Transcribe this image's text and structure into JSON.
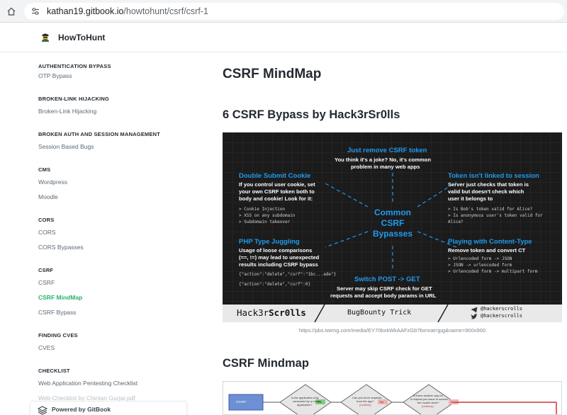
{
  "browser": {
    "home_icon": "home-icon",
    "url_host": "kathan19.gitbook.io",
    "url_path": "/howtohunt/csrf/csrf-1"
  },
  "site": {
    "title": "HowToHunt",
    "logo_icon": "hacker-logo-icon"
  },
  "sidebar": {
    "sections": [
      {
        "title": "AUTHENTICATION BYPASS",
        "items": [
          "OTP Bypass"
        ]
      },
      {
        "title": "BROKEN-LINK HIJACKING",
        "items": [
          "Broken-Link Hijacking"
        ]
      },
      {
        "title": "BROKEN AUTH AND SESSION MANAGEMENT",
        "items": [
          "Session Based Bugs"
        ]
      },
      {
        "title": "CMS",
        "items": [
          "Wordpress",
          "Moodle"
        ]
      },
      {
        "title": "CORS",
        "items": [
          "CORS",
          "CORS Bypasses"
        ]
      },
      {
        "title": "CSRF",
        "items": [
          "CSRF",
          "CSRF MindMap",
          "CSRF Bypass"
        ]
      },
      {
        "title": "FINDING CVES",
        "items": [
          "CVES"
        ]
      },
      {
        "title": "CHECKLIST",
        "items": [
          "Web Application Pentesting Checklist",
          "Web Checklist by Chintan Gurjar.pdf"
        ]
      }
    ],
    "active_item": "CSRF MindMap",
    "powered_by": "Powered by GitBook"
  },
  "main": {
    "title": "CSRF MindMap",
    "section1_heading": "6 CSRF Bypass by Hack3rSr0lls",
    "image_caption": "https://pbs.twimg.com/media/EY70bxkWkAAFzGb?format=jpg&name=900x900",
    "section2_heading": "CSRF Mindmap"
  },
  "mindmap": {
    "center": [
      "Common",
      "CSRF",
      "Bypasses"
    ],
    "top_title": "Just remove CSRF token",
    "top_text": [
      "You think it's a joke? No, it's common",
      "problem in many web apps"
    ],
    "left1_title": "Double Submit Cookie",
    "left1_text": [
      "If you control user cookie, set",
      "your own CSRF token both to",
      "body and cookie! Look for it:"
    ],
    "left1_code": [
      "> Cookie Injection",
      "> XSS on any subdomain",
      "> Subdomain takeover"
    ],
    "right1_title": "Token isn't linked to session",
    "right1_text": [
      "Server just checks that token is",
      "valid but doesn't check which",
      "user it belongs to"
    ],
    "right1_code": [
      "> Is Bob's token valid for Alice?",
      "> Is anonymous user's token valid for",
      "  Alice?"
    ],
    "left2_title": "PHP Type Juggling",
    "left2_text": [
      "Usage of loose comparisons",
      "(==, !=) may lead to unexpected",
      "results including CSRF bypass"
    ],
    "left2_code": [
      "{\"action\":\"delete\",\"csrf\":\"1bc...ade\"}",
      "{\"action\":\"delete\",\"csrf\":0}"
    ],
    "right2_title": "Playing with Content-Type",
    "right2_text": [
      "Remove token and convert CT"
    ],
    "right2_code": [
      "> Urlencoded form -> JSON",
      "> JSON -> urlencoded form",
      "> Urlencoded form -> multipart form"
    ],
    "bottom_title": "Switch POST -> GET",
    "bottom_text": [
      "Server may skip CSRF check for GET",
      "requests and accept body params in URL"
    ],
    "footer_brand_plain": "Hack3r",
    "footer_brand_bold": "Scr0lls",
    "footer_trick": "BugBounty Trick",
    "footer_handle_tg": "@hackerscrolls",
    "footer_handle_tw": "@hackerscrolls"
  },
  "flowchart": {
    "start": "START",
    "q1": [
      "Is the application only",
      "consumed by a mobile",
      "application?"
    ],
    "q2": [
      "Can you force requests",
      "from the app?"
    ],
    "q2_sub": "(Unlikely)",
    "q3": [
      "Is there another way for",
      "a request you issue to access",
      "the cookie store?"
    ],
    "q3_sub": "(Unlikely)",
    "yes": "Yes",
    "no": "No"
  }
}
